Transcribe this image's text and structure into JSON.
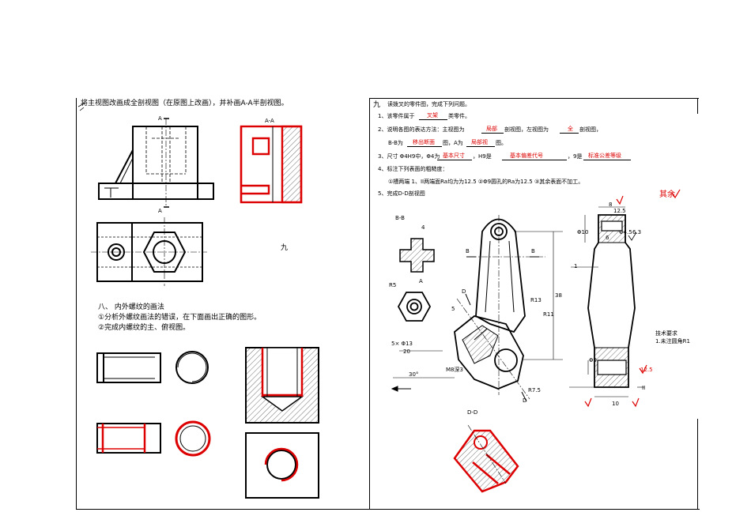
{
  "left": {
    "q8_title": "将主视图改画成全剖视图（在原图上改画），并补画A-A半剖视图。",
    "section_label": "A-A",
    "cut_a_top": "A",
    "cut_a_bottom": "A",
    "nine_mark": "九",
    "thread_title": "八、  内外螺纹的画法",
    "thread_item1": "①分析外螺纹画法的错误，在下面画出正确的图形。",
    "thread_item2": "②完成内螺纹的主、俯视图。"
  },
  "right": {
    "num": "九",
    "intro": "读拨叉的零件图，完成下列问题。",
    "q1_pre": "1、该零件属于",
    "q1_ans": "叉架",
    "q1_post": "类零件。",
    "q2_pre": "2、说明各图的表达方法：主视图为",
    "q2_ans1": "局部",
    "q2_mid": "剖视图，左视图为",
    "q2_ans2": "全",
    "q2_post": "剖视图，",
    "q3_pre": "B-B为",
    "q3_ans1": "移出断面",
    "q3_mid": "图，A为",
    "q3_ans2": "局部视",
    "q3_post": "图。",
    "q4_pre": "3、尺寸 Φ4H9中，Φ4为",
    "q4_ans1": "基本尺寸",
    "q4_mid": "，H9是",
    "q4_ans2": "基本偏差代号",
    "q4_mid2": "，9是",
    "q4_ans3": "标准公差等级",
    "q5": "4、标注下列表面的粗糙度：",
    "q5_detail": "①槽两端 1、II两端面Ra均为为12.5 ②Φ9圆孔的Ra为12.5 ③其余表面不加工。",
    "q6": "5、完成D-D剖视图",
    "rest_mark": "其余",
    "bb_label": "B-B",
    "a_label": "A",
    "dd_label": "D-D",
    "b_left": "B",
    "b_right": "B",
    "d_top": "D",
    "d_bottom": "D",
    "dims": {
      "r13": "R13",
      "r11": "R11",
      "r75": "R7.5",
      "r5": "R5",
      "d38": "38",
      "d4": "4",
      "d8": "8",
      "d6": "6",
      "d10": "10",
      "d20": "20",
      "deg30": "30°",
      "chamfer": "5× Φ13",
      "phi4": "Φ4H9",
      "phi9": "Φ9",
      "phi10": "Φ10",
      "phi45": "Φ4.5",
      "m8": "M8深3",
      "l1": "1",
      "lII": "II",
      "ra125": "12.5",
      "ra63": "6.3",
      "d5": "5",
      "d12": "12.5"
    },
    "tech_req_title": "技术要求",
    "tech_req_item": "1.未注圆角R1"
  },
  "colors": {
    "answer_red": "#dd0000",
    "line_black": "#000000",
    "hatch": "#333333"
  }
}
